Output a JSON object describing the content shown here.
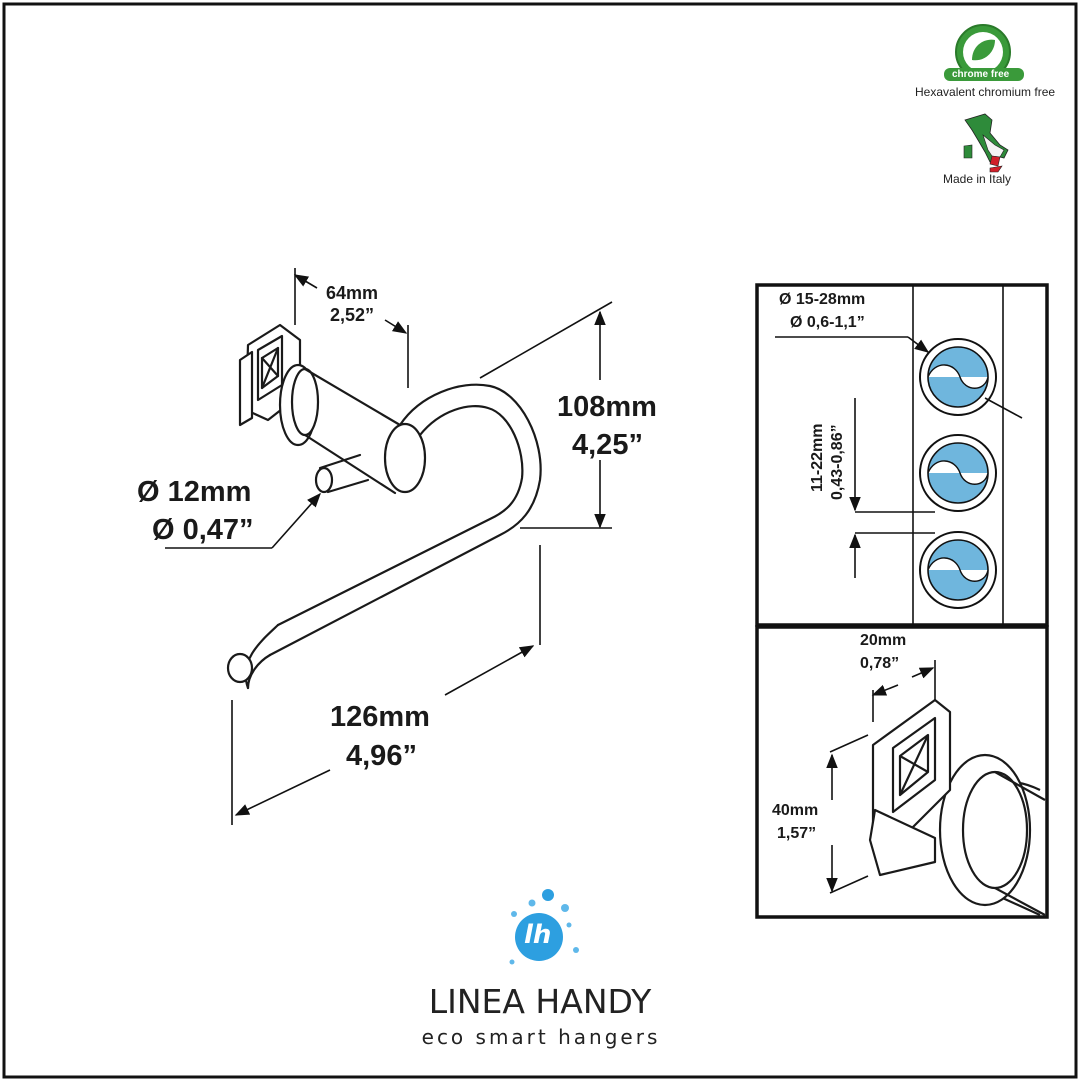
{
  "badges": {
    "chrome_free": "chrome free",
    "chromium_free": "Hexavalent chromium free",
    "made_in": "Made in Italy"
  },
  "dimensions": {
    "bracket_width_mm": "64mm",
    "bracket_width_in": "2,52”",
    "height_mm": "108mm",
    "height_in": "4,25”",
    "rod_diameter_mm": "Ø 12mm",
    "rod_diameter_in": "Ø 0,47”",
    "length_mm": "126mm",
    "length_in": "4,96”"
  },
  "detail_pipe": {
    "pipe_diameter_mm": "Ø 15-28mm",
    "pipe_diameter_in": "Ø 0,6-1,1”",
    "spacing_mm": "11-22mm",
    "spacing_in": "0,43-0,86”"
  },
  "detail_clip": {
    "width_mm": "20mm",
    "width_in": "0,78”",
    "height_mm": "40mm",
    "height_in": "1,57”"
  },
  "brand": {
    "logo_text": "lh",
    "name": "LINEA HANDY",
    "tagline": "eco smart hangers"
  },
  "colors": {
    "ink": "#1a1a1a",
    "badge_green": "#3a9a3a",
    "water_blue": "#6fb6dd",
    "logo_blue": "#2d9fe0",
    "italy_green": "#2e8b3a",
    "italy_red": "#d0202a"
  }
}
